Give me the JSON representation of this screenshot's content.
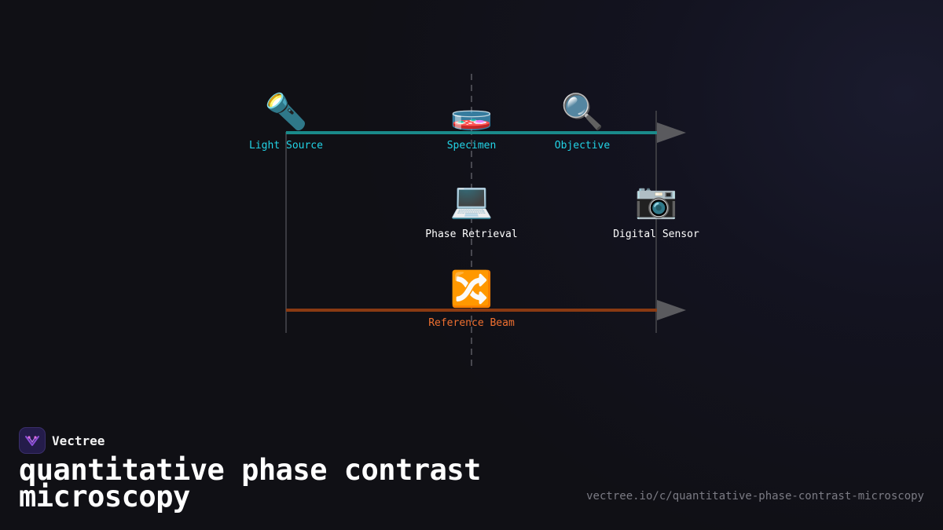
{
  "diagram": {
    "colors": {
      "illumination": "#1a8a8a",
      "reference": "#8a3a12",
      "teal_label": "#22d3e6",
      "orange_label": "#f07030",
      "white_label": "#ffffff",
      "guide": "#5a5a62"
    },
    "nodes": {
      "light_source": {
        "icon": "🔦",
        "icon_name": "flashlight-icon",
        "label": "Light Source"
      },
      "specimen": {
        "icon": "🧫",
        "icon_name": "petri-dish-icon",
        "label": "Specimen"
      },
      "objective": {
        "icon": "🔍",
        "icon_name": "magnifier-icon",
        "label": "Objective"
      },
      "phase_retrieval": {
        "icon": "💻",
        "icon_name": "laptop-icon",
        "label": "Phase Retrieval"
      },
      "digital_sensor": {
        "icon": "📷",
        "icon_name": "camera-icon",
        "label": "Digital Sensor"
      },
      "reference_beam": {
        "icon": "🔀",
        "icon_name": "shuffle-icon",
        "label": "Reference Beam"
      }
    }
  },
  "brand": {
    "name": "Vectree",
    "logo_icon": "vectree-logo-icon"
  },
  "title": "quantitative phase contrast microscopy",
  "url": "vectree.io/c/quantitative-phase-contrast-microscopy"
}
